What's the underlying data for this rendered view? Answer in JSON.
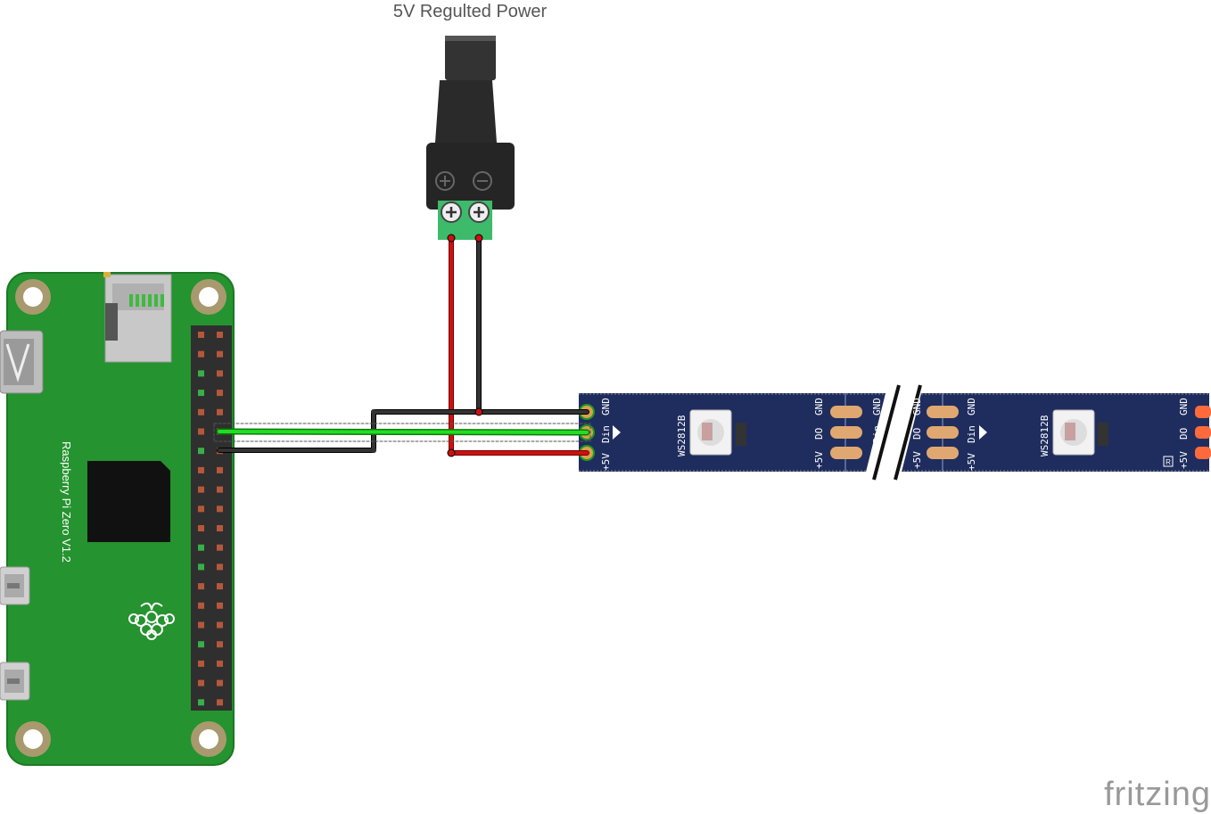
{
  "power_jack": {
    "title": "5V Regulted Power",
    "plus_symbol": "⊕",
    "minus_symbol": "⊖"
  },
  "pi": {
    "label": "Raspberry Pi Zero V1.2"
  },
  "strip": {
    "in_labels": [
      "GND",
      "Din",
      "+5V"
    ],
    "mid_labels": [
      "GND",
      "DO",
      "+5V"
    ],
    "led_label": "WS2812B",
    "end_labels": [
      "GND",
      "DO",
      "+5V"
    ],
    "mark": "R"
  },
  "watermark": {
    "text": "fritzing"
  },
  "colors": {
    "pcb_green": "#25932f",
    "strip_blue": "#1f2d5e",
    "wire_red": "#cc1111",
    "wire_black": "#222222",
    "wire_green": "#22dd22",
    "terminal_green": "#3dbb6b",
    "pad_copper": "#e0a870",
    "end_pad": "#ff6a3d"
  }
}
